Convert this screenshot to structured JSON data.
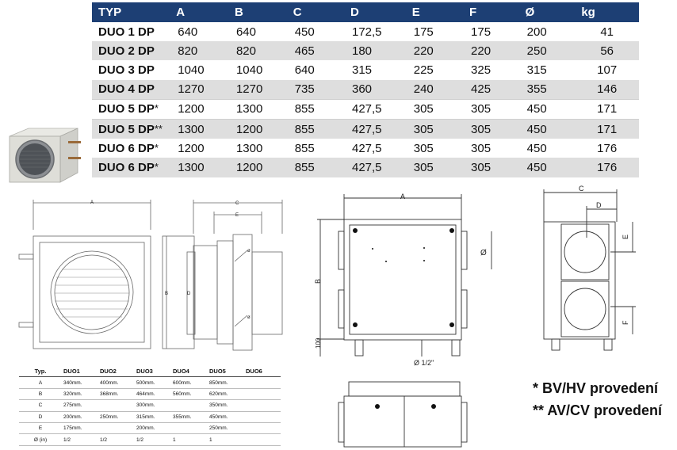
{
  "spec_table": {
    "headers": [
      "TYP",
      "A",
      "B",
      "C",
      "D",
      "E",
      "F",
      "Ø",
      "kg"
    ],
    "rows": [
      {
        "typ": "DUO 1 DP",
        "suffix": "",
        "vals": [
          "640",
          "640",
          "450",
          "172,5",
          "175",
          "175",
          "200",
          "41"
        ]
      },
      {
        "typ": "DUO 2 DP",
        "suffix": "",
        "vals": [
          "820",
          "820",
          "465",
          "180",
          "220",
          "220",
          "250",
          "56"
        ]
      },
      {
        "typ": "DUO 3 DP",
        "suffix": "",
        "vals": [
          "1040",
          "1040",
          "640",
          "315",
          "225",
          "325",
          "315",
          "107"
        ]
      },
      {
        "typ": "DUO 4 DP",
        "suffix": "",
        "vals": [
          "1270",
          "1270",
          "735",
          "360",
          "240",
          "425",
          "355",
          "146"
        ]
      },
      {
        "typ": "DUO 5 DP",
        "suffix": "*",
        "vals": [
          "1200",
          "1300",
          "855",
          "427,5",
          "305",
          "305",
          "450",
          "171"
        ]
      },
      {
        "typ": "DUO 5 DP",
        "suffix": "**",
        "vals": [
          "1300",
          "1200",
          "855",
          "427,5",
          "305",
          "305",
          "450",
          "171"
        ]
      },
      {
        "typ": "DUO 6 DP",
        "suffix": "*",
        "vals": [
          "1200",
          "1300",
          "855",
          "427,5",
          "305",
          "305",
          "450",
          "176"
        ]
      },
      {
        "typ": "DUO 6 DP",
        "suffix": "*",
        "vals": [
          "1300",
          "1200",
          "855",
          "427,5",
          "305",
          "305",
          "450",
          "176"
        ]
      }
    ]
  },
  "drawing_labels": {
    "left_A": "A",
    "left_B": "B",
    "side_C": "C",
    "side_E": "E",
    "side_D": "D",
    "side_d1": "ø",
    "side_d2": "ø",
    "front_A": "A",
    "front_B": "B",
    "front_100": "100",
    "front_dia": "Ø",
    "front_drain": "Ø 1/2\"",
    "right_C": "C",
    "right_D": "D",
    "right_E": "E",
    "right_F": "F"
  },
  "small_table": {
    "header": [
      "Typ.",
      "DUO1",
      "DUO2",
      "DUO3",
      "DUO4",
      "DUO5",
      "DUO6"
    ],
    "rows": [
      {
        "label": "A",
        "cells": [
          "340mm.",
          "400mm.",
          "500mm.",
          "600mm.",
          "850mm.",
          ""
        ]
      },
      {
        "label": "B",
        "cells": [
          "320mm.",
          "368mm.",
          "464mm.",
          "560mm.",
          "620mm.",
          ""
        ]
      },
      {
        "label": "C",
        "cells": [
          "275mm.",
          "",
          "300mm.",
          "",
          "350mm.",
          ""
        ]
      },
      {
        "label": "D",
        "cells": [
          "200mm.",
          "250mm.",
          "315mm.",
          "355mm.",
          "450mm.",
          ""
        ]
      },
      {
        "label": "E",
        "cells": [
          "175mm.",
          "",
          "200mm.",
          "",
          "250mm.",
          ""
        ]
      },
      {
        "label": "Ø (in)",
        "cells": [
          "1/2",
          "1/2",
          "1/2",
          "1",
          "1",
          ""
        ]
      }
    ]
  },
  "notes": {
    "n1": "* BV/HV provedení",
    "n2": "** AV/CV provedení"
  }
}
